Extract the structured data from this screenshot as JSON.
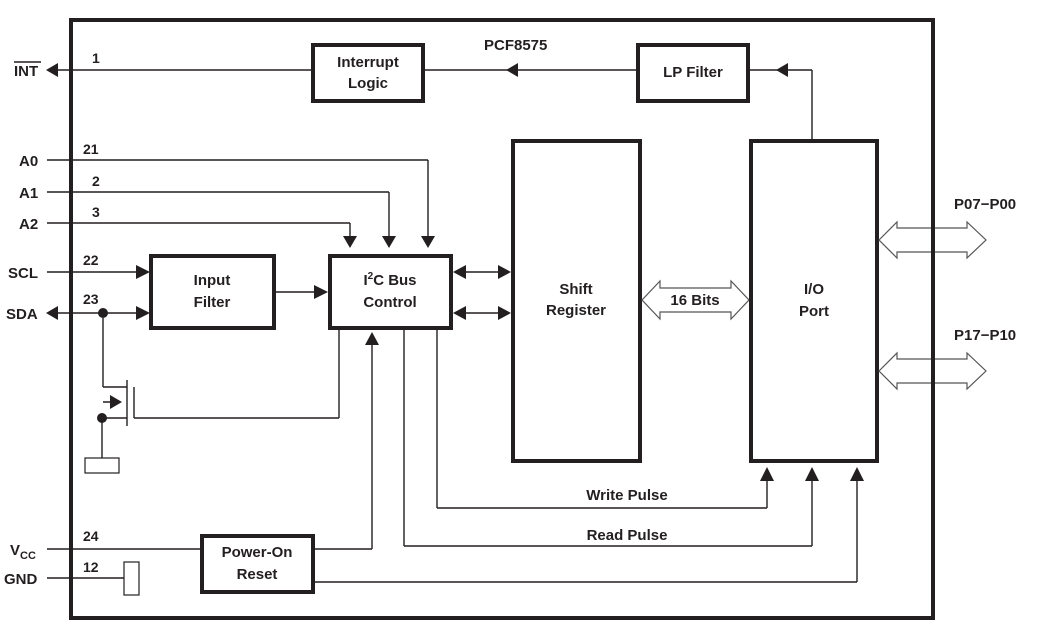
{
  "diagram": {
    "title": "PCF8575",
    "pins": {
      "int": {
        "name": "INT",
        "number": "1",
        "active_low": true
      },
      "a0": {
        "name": "A0",
        "number": "21"
      },
      "a1": {
        "name": "A1",
        "number": "2"
      },
      "a2": {
        "name": "A2",
        "number": "3"
      },
      "scl": {
        "name": "SCL",
        "number": "22"
      },
      "sda": {
        "name": "SDA",
        "number": "23"
      },
      "vcc": {
        "name": "V",
        "sub": "CC",
        "number": "24"
      },
      "gnd": {
        "name": "GND",
        "number": "12"
      },
      "p0": {
        "name": "P07−P00"
      },
      "p1": {
        "name": "P17−P10"
      }
    },
    "blocks": {
      "interrupt_logic": {
        "line1": "Interrupt",
        "line2": "Logic"
      },
      "lp_filter": {
        "line1": "LP Filter"
      },
      "input_filter": {
        "line1": "Input",
        "line2": "Filter"
      },
      "i2c_bus_control": {
        "line1_pre": "I",
        "line1_sup": "2",
        "line1_post": "C Bus",
        "line2": "Control"
      },
      "shift_register": {
        "line1": "Shift",
        "line2": "Register"
      },
      "io_port": {
        "line1": "I/O",
        "line2": "Port"
      },
      "power_on_reset": {
        "line1": "Power-On",
        "line2": "Reset"
      }
    },
    "signals": {
      "bus_width": "16 Bits",
      "write_pulse": "Write Pulse",
      "read_pulse": "Read Pulse"
    }
  }
}
